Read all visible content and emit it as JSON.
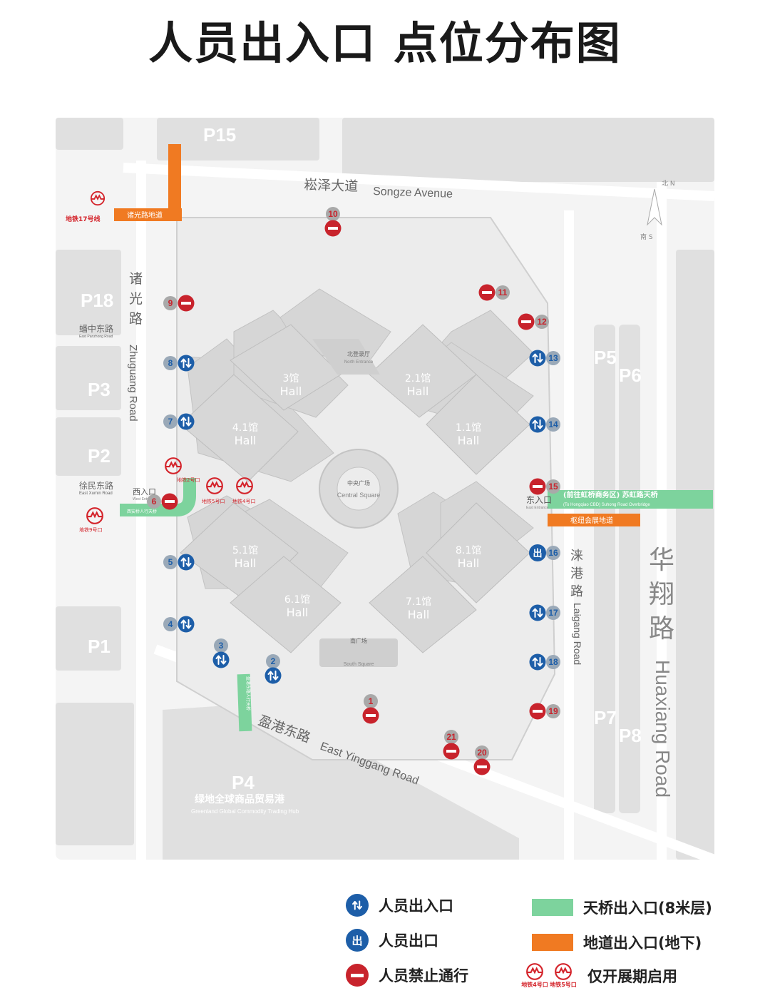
{
  "title": "人员出入口 点位分布图",
  "colors": {
    "blue": "#1d5ea8",
    "red": "#c8232c",
    "green": "#7dd39d",
    "orange": "#f07a22",
    "block": "#e1e1e1",
    "hall": "#d6d6d6"
  },
  "parking": {
    "p15": "P15",
    "p18": "P18",
    "p3": "P3",
    "p2": "P2",
    "p1": "P1",
    "p4": "P4",
    "p5": "P5",
    "p6": "P6",
    "p7": "P7",
    "p8": "P8"
  },
  "roads": {
    "songze_cn": "崧泽大道",
    "songze_en": "Songze Avenue",
    "zhuguang_cn": "诸光路",
    "zhuguang_en": "Zhuguang Road",
    "laigang_cn": "涞港路",
    "laigang_en": "Laigang Road",
    "huaxiang_cn": "华翔路",
    "huaxiang_en": "Huaxiang Road",
    "yinggang_cn": "盈港东路",
    "yinggang_en": "East Yinggang Road",
    "xuzhong_cn": "蟠中东路",
    "xuzhong_en": "East Panzhong Road",
    "xumin_cn": "徐民东路",
    "xumin_en": "East Xumin Road"
  },
  "labels": {
    "metro17": "地铁17号线",
    "zhuguang_tunnel": "诸光路地道",
    "metro2_exit": "地铁2号口",
    "metro5_exit": "地铁5号口",
    "metro4_exit": "地铁4号口",
    "metro9_exit": "地铁9号口",
    "west_entrance_cn": "西入口",
    "west_entrance_en": "West Entrance",
    "east_entrance_cn": "东入口",
    "east_entrance_en": "East Entrance",
    "hongqiao_overpass": "(前往虹桥商务区) 苏虹路天桥",
    "hongqiao_overpass_en": "(To Hongqiao CBD) Suhong Road Overbridge",
    "hub_tunnel": "枢纽会展地道",
    "west_bridge": "西安桥人行天桥",
    "yinggang_bridge": "盈港东路人行天桥",
    "central_cn": "中央广场",
    "central_en": "Central Square",
    "north_cn": "北登录厅",
    "north_en": "North Entrance",
    "south_cn": "南广场",
    "south_en": "South Square",
    "p4_cn": "绿地全球商品贸易港",
    "p4_en": "Greenland Global Commodity Trading Hub",
    "compass_n": "北 N",
    "compass_s": "南 S"
  },
  "halls": [
    {
      "id": "3",
      "cn": "3馆",
      "en": "Hall"
    },
    {
      "id": "2.1",
      "cn": "2.1馆",
      "en": "Hall"
    },
    {
      "id": "4.1",
      "cn": "4.1馆",
      "en": "Hall"
    },
    {
      "id": "1.1",
      "cn": "1.1馆",
      "en": "Hall"
    },
    {
      "id": "5.1",
      "cn": "5.1馆",
      "en": "Hall"
    },
    {
      "id": "8.1",
      "cn": "8.1馆",
      "en": "Hall"
    },
    {
      "id": "6.1",
      "cn": "6.1馆",
      "en": "Hall"
    },
    {
      "id": "7.1",
      "cn": "7.1馆",
      "en": "Hall"
    }
  ],
  "gates": [
    {
      "num": "1",
      "type": "closed"
    },
    {
      "num": "2",
      "type": "both"
    },
    {
      "num": "3",
      "type": "both"
    },
    {
      "num": "4",
      "type": "both"
    },
    {
      "num": "5",
      "type": "both"
    },
    {
      "num": "6",
      "type": "closed"
    },
    {
      "num": "7",
      "type": "both"
    },
    {
      "num": "8",
      "type": "both"
    },
    {
      "num": "9",
      "type": "closed"
    },
    {
      "num": "10",
      "type": "closed"
    },
    {
      "num": "11",
      "type": "closed"
    },
    {
      "num": "12",
      "type": "closed"
    },
    {
      "num": "13",
      "type": "both"
    },
    {
      "num": "14",
      "type": "both"
    },
    {
      "num": "15",
      "type": "closed"
    },
    {
      "num": "16",
      "type": "exit"
    },
    {
      "num": "17",
      "type": "both"
    },
    {
      "num": "18",
      "type": "both"
    },
    {
      "num": "19",
      "type": "closed"
    },
    {
      "num": "20",
      "type": "closed"
    },
    {
      "num": "21",
      "type": "closed"
    }
  ],
  "legend": {
    "both": "人员出入口",
    "exit": "人员出口",
    "closed": "人员禁止通行",
    "bridge": "天桥出入口(8米层)",
    "tunnel": "地道出入口(地下)",
    "metro_only": "仅开展期启用",
    "metro4": "地铁4号口",
    "metro5": "地铁5号口",
    "exit_char": "出"
  }
}
